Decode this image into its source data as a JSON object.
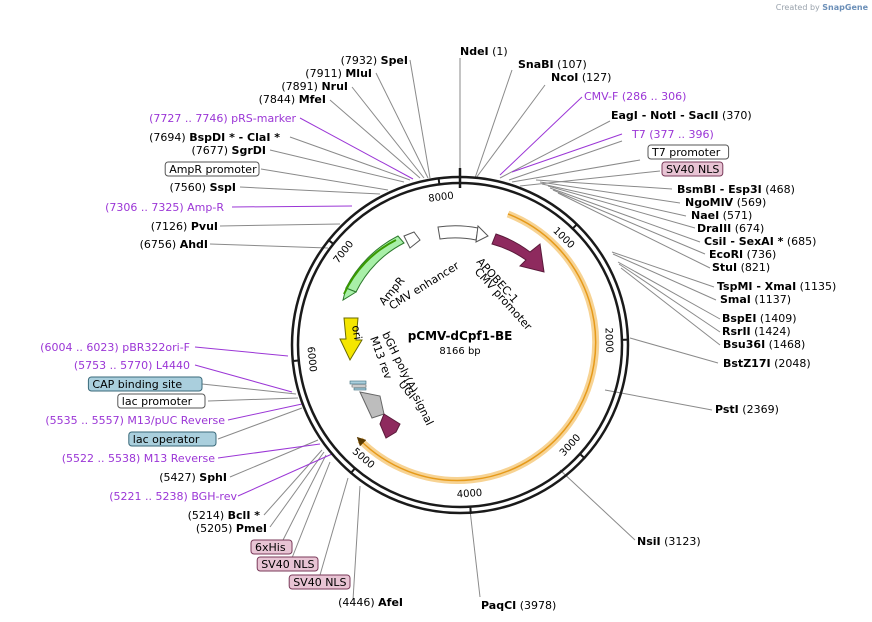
{
  "credit": {
    "prefix": "Created by",
    "brand": "SnapGene"
  },
  "plasmid": {
    "name": "pCMV-dCpf1-BE",
    "size_label": "8166 bp",
    "length": 8166
  },
  "ticks": [
    "1000",
    "2000",
    "3000",
    "4000",
    "5000",
    "6000",
    "7000",
    "8000"
  ],
  "right_labels": [
    {
      "name": "NdeI",
      "pos": "(1)"
    },
    {
      "name": "SnaBI",
      "pos": "(107)"
    },
    {
      "name": "NcoI",
      "pos": "(127)"
    },
    {
      "name": "CMV-F",
      "pos": "(286 .. 306)",
      "kind": "primer"
    },
    {
      "name": "EagI  -  NotI  -  SacII",
      "pos": "(370)"
    },
    {
      "name": "T7",
      "pos": "(377 .. 396)",
      "kind": "primer"
    },
    {
      "name": "T7 promoter",
      "kind": "box"
    },
    {
      "name": "SV40 NLS",
      "kind": "pinkbox"
    },
    {
      "name": "BsmBI  -  Esp3I",
      "pos": "(468)"
    },
    {
      "name": "NgoMIV",
      "pos": "(569)"
    },
    {
      "name": "NaeI",
      "pos": "(571)"
    },
    {
      "name": "DraIII",
      "pos": "(674)"
    },
    {
      "name": "CsiI  -  SexAI *",
      "pos": "(685)"
    },
    {
      "name": "EcoRI",
      "pos": "(736)"
    },
    {
      "name": "StuI",
      "pos": "(821)"
    },
    {
      "name": "TspMI  -  XmaI",
      "pos": "(1135)"
    },
    {
      "name": "SmaI",
      "pos": "(1137)"
    },
    {
      "name": "BspEI",
      "pos": "(1409)"
    },
    {
      "name": "RsrII",
      "pos": "(1424)"
    },
    {
      "name": "Bsu36I",
      "pos": "(1468)"
    },
    {
      "name": "BstZ17I",
      "pos": "(2048)"
    },
    {
      "name": "PstI",
      "pos": "(2369)"
    },
    {
      "name": "NsiI",
      "pos": "(3123)"
    },
    {
      "name": "PaqCI",
      "pos": "(3978)"
    }
  ],
  "left_labels": [
    {
      "name": "SpeI",
      "pos": "(7932)"
    },
    {
      "name": "MluI",
      "pos": "(7911)"
    },
    {
      "name": "NruI",
      "pos": "(7891)"
    },
    {
      "name": "MfeI",
      "pos": "(7844)"
    },
    {
      "name": "pRS-marker",
      "pos": "(7727 .. 7746)",
      "kind": "primer"
    },
    {
      "name": "BspDI *  -  ClaI *",
      "pos": "(7694)"
    },
    {
      "name": "SgrDI",
      "pos": "(7677)"
    },
    {
      "name": "AmpR promoter",
      "kind": "box"
    },
    {
      "name": "SspI",
      "pos": "(7560)"
    },
    {
      "name": "Amp-R",
      "pos": "(7306 .. 7325)",
      "kind": "primer"
    },
    {
      "name": "PvuI",
      "pos": "(7126)"
    },
    {
      "name": "AhdI",
      "pos": "(6756)"
    },
    {
      "name": "pBR322ori-F",
      "pos": "(6004 .. 6023)",
      "kind": "primer"
    },
    {
      "name": "L4440",
      "pos": "(5753 .. 5770)",
      "kind": "primer"
    },
    {
      "name": "CAP binding site",
      "kind": "bluebox"
    },
    {
      "name": "lac promoter",
      "kind": "box"
    },
    {
      "name": "M13/pUC Reverse",
      "pos": "(5535 .. 5557)",
      "kind": "primer"
    },
    {
      "name": "lac operator",
      "kind": "bluebox"
    },
    {
      "name": "M13 Reverse",
      "pos": "(5522 .. 5538)",
      "kind": "primer"
    },
    {
      "name": "SphI",
      "pos": "(5427)"
    },
    {
      "name": "BGH-rev",
      "pos": "(5221 .. 5238)",
      "kind": "primer"
    },
    {
      "name": "BclI *",
      "pos": "(5214)"
    },
    {
      "name": "PmeI",
      "pos": "(5205)"
    },
    {
      "name": "6xHis",
      "kind": "pinkbox"
    },
    {
      "name": "SV40 NLS",
      "kind": "pinkbox"
    },
    {
      "name": "SV40 NLS",
      "kind": "pinkbox"
    },
    {
      "name": "AfeI",
      "pos": "(4446)"
    }
  ],
  "features": {
    "ampr": "AmpR",
    "cmv_enhancer": "CMV enhancer",
    "ori": "ori",
    "apobec": "APOBEC-1",
    "cmv_promoter": "CMV promoter",
    "bgh": "bGH poly(A) signal",
    "m13rev": "M13 rev",
    "ugi": "UGI"
  },
  "colors": {
    "backbone": "#1a1a1a",
    "enzyme_line": "#8a8a8a",
    "primer": "#9b36d6",
    "cds_orange": "#f0a829",
    "apobec": "#8e2a5e",
    "ampr": "#a8f0a8",
    "ori": "#f5e600",
    "blue_feature": "#aacfdd",
    "pink_feature": "#e8c4d4"
  }
}
